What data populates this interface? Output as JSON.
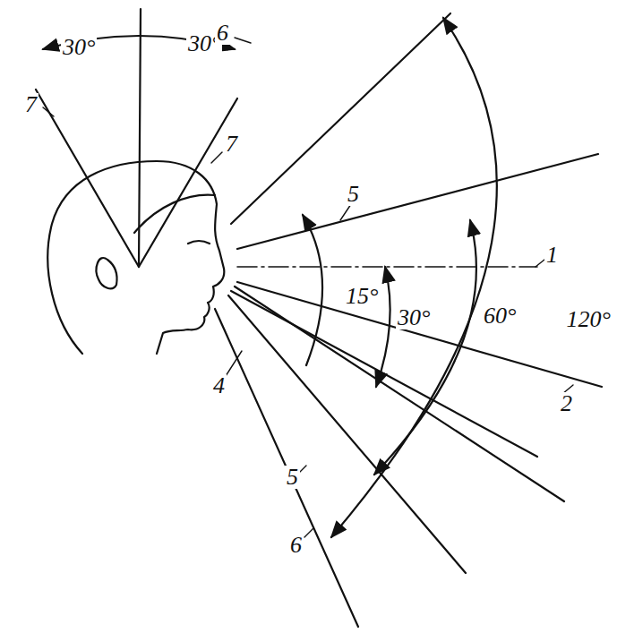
{
  "diagram": {
    "labels": [
      "30°",
      "30°",
      "7",
      "7",
      "6",
      "5",
      "1",
      "15°",
      "30°",
      "60°",
      "120°",
      "2",
      "4",
      "5",
      "6"
    ]
  }
}
